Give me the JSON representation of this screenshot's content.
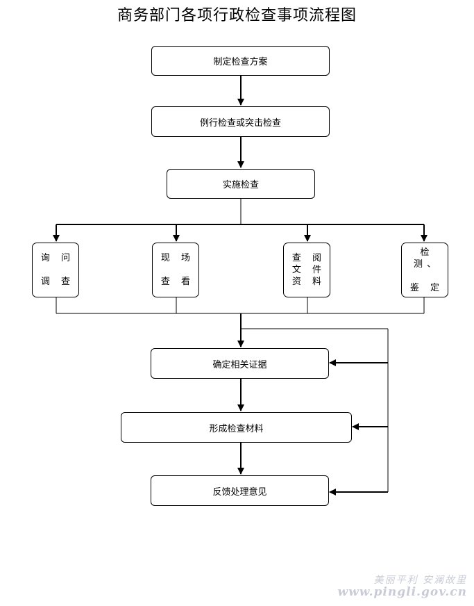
{
  "title": "商务部门各项行政检查事项流程图",
  "steps": {
    "plan": "制定检查方案",
    "inspect_type": "例行检查或突击检查",
    "implement": "实施检查",
    "evidence": "确定相关证据",
    "materials": "形成检查材料",
    "feedback": "反馈处理意见"
  },
  "methods": [
    {
      "lines": [
        "询 问",
        "调 查"
      ]
    },
    {
      "lines": [
        "现 场",
        "查 看"
      ]
    },
    {
      "lines": [
        "查 阅",
        "文 件",
        "资 料"
      ]
    },
    {
      "lines": [
        "检 测、",
        "鉴 定"
      ]
    }
  ],
  "watermark": {
    "line1": "美丽平利 安澜故里",
    "line2": "www.pingli.gov.cn"
  }
}
